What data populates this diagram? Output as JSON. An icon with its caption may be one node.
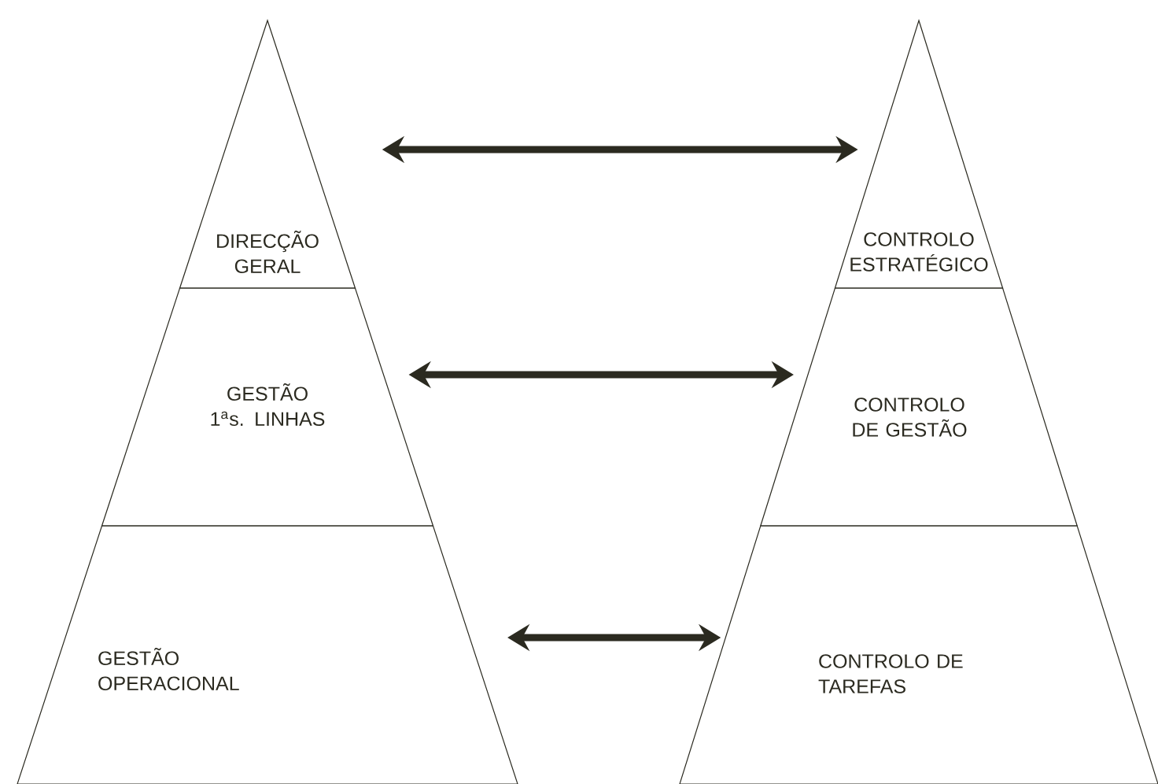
{
  "diagram": {
    "nodes": [
      {
        "text": [
          "DIRECÇÃO GERAL"
        ]
      },
      {
        "text": [
          "GESTÃO 1$^{a}$s. LINHAS"
        ]
      },
      {
        "text": [
          "GESTÃO OPERACIONAL"
        ]
      },
      {
        "text": [
          "CONTROLO ESTRATÉGICO"
        ]
      },
      {
        "text": [
          "CONTROLO DE GESTÃO"
        ]
      },
      {
        "text": [
          "CONTROLO DE TAREFAS"
        ]
      }
    ],
    "edges": [
      {
        "from": 0,
        "to": 3,
        "arrow": "both"
      },
      {
        "from": 1,
        "to": 4,
        "arrow": "both"
      },
      {
        "from": 2,
        "to": 5,
        "arrow": "both"
      }
    ]
  }
}
